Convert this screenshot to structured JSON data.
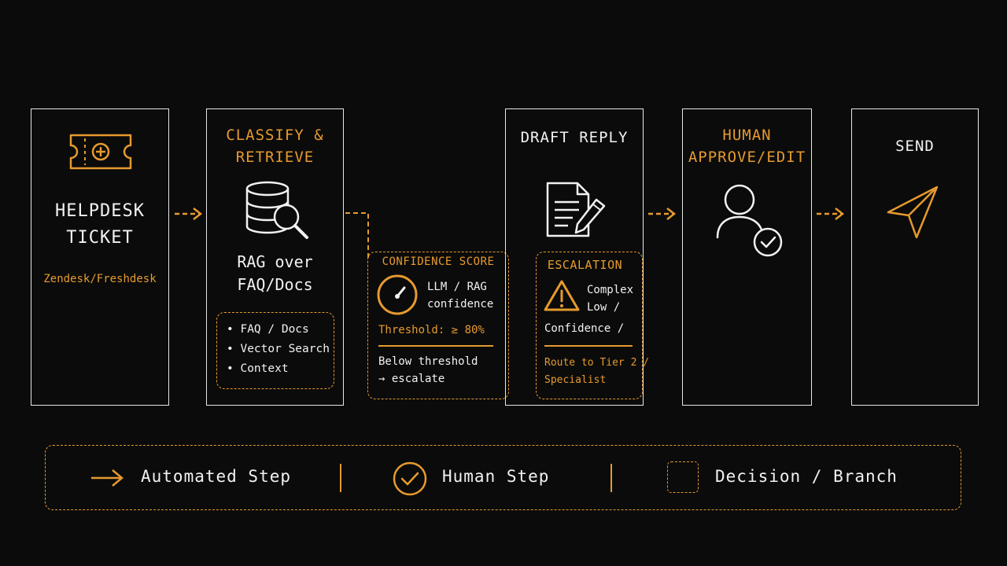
{
  "steps": {
    "helpdesk": {
      "title_line1": "HELPDESK",
      "title_line2": "TICKET",
      "subtitle": "Zendesk/Freshdesk"
    },
    "classify": {
      "title_line1": "CLASSIFY &",
      "title_line2": "RETRIEVE",
      "body_line1": "RAG over",
      "body_line2": "FAQ/Docs",
      "list": [
        "• FAQ / Docs",
        "• Vector Search",
        "• Context"
      ]
    },
    "confidence": {
      "title": "CONFIDENCE SCORE",
      "desc_line1": "LLM / RAG",
      "desc_line2": "confidence",
      "threshold": "Threshold: ≥ 80%",
      "below_line1": "Below threshold",
      "below_line2": "→ escalate"
    },
    "draft": {
      "title": "DRAFT REPLY"
    },
    "escalation": {
      "title": "ESCALATION",
      "line1": "Complex",
      "line2": "Low /",
      "line3": "Confidence /",
      "route_line1": "Route to Tier 2 /",
      "route_line2": "Specialist"
    },
    "human": {
      "title_line1": "HUMAN",
      "title_line2": "APPROVE/EDIT"
    },
    "send": {
      "title": "SEND"
    }
  },
  "legend": {
    "automated": "Automated Step",
    "human": "Human Step",
    "decision": "Decision / Branch"
  },
  "icons": {
    "helpdesk": "ticket-icon",
    "classify": "database-search-icon",
    "confidence": "gauge-icon",
    "draft": "document-edit-icon",
    "escalation": "warning-icon",
    "human": "user-check-icon",
    "send": "paper-plane-icon"
  },
  "colors": {
    "accent": "#e69a2e",
    "stroke": "#e8e8e8",
    "background": "#0b0b0b"
  }
}
